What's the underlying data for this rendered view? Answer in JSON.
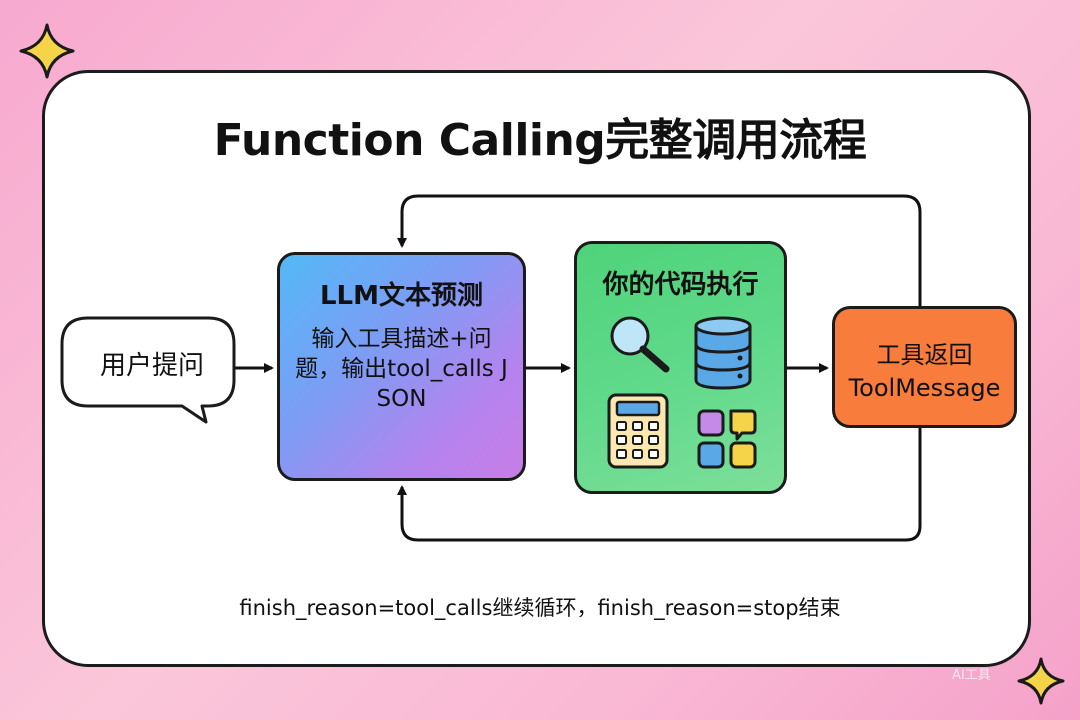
{
  "diagram": {
    "title": "Function Calling完整调用流程",
    "user_prompt": "用户提问",
    "llm": {
      "title": "LLM文本预测",
      "description": "输入工具描述+问题，输出tool_calls JSON"
    },
    "code": {
      "title": "你的代码执行",
      "icons": [
        "search-icon",
        "database-icon",
        "calculator-icon",
        "apps-icon"
      ]
    },
    "tool_return": {
      "line1": "工具返回",
      "line2": "ToolMessage"
    },
    "footer": "finish_reason=tool_calls继续循环，finish_reason=stop结束",
    "watermark": "AI工具"
  },
  "colors": {
    "background": "#f7a9cf",
    "card": "#ffffff",
    "outline": "#1b1b1b",
    "llm_gradient_start": "#53b9f7",
    "llm_gradient_end": "#c87de6",
    "code_box": "#5fd98a",
    "tool_box": "#f87c3c",
    "sparkle": "#f5d44a",
    "icon_blue": "#5aa8e6",
    "icon_cream": "#fbe7b0"
  }
}
